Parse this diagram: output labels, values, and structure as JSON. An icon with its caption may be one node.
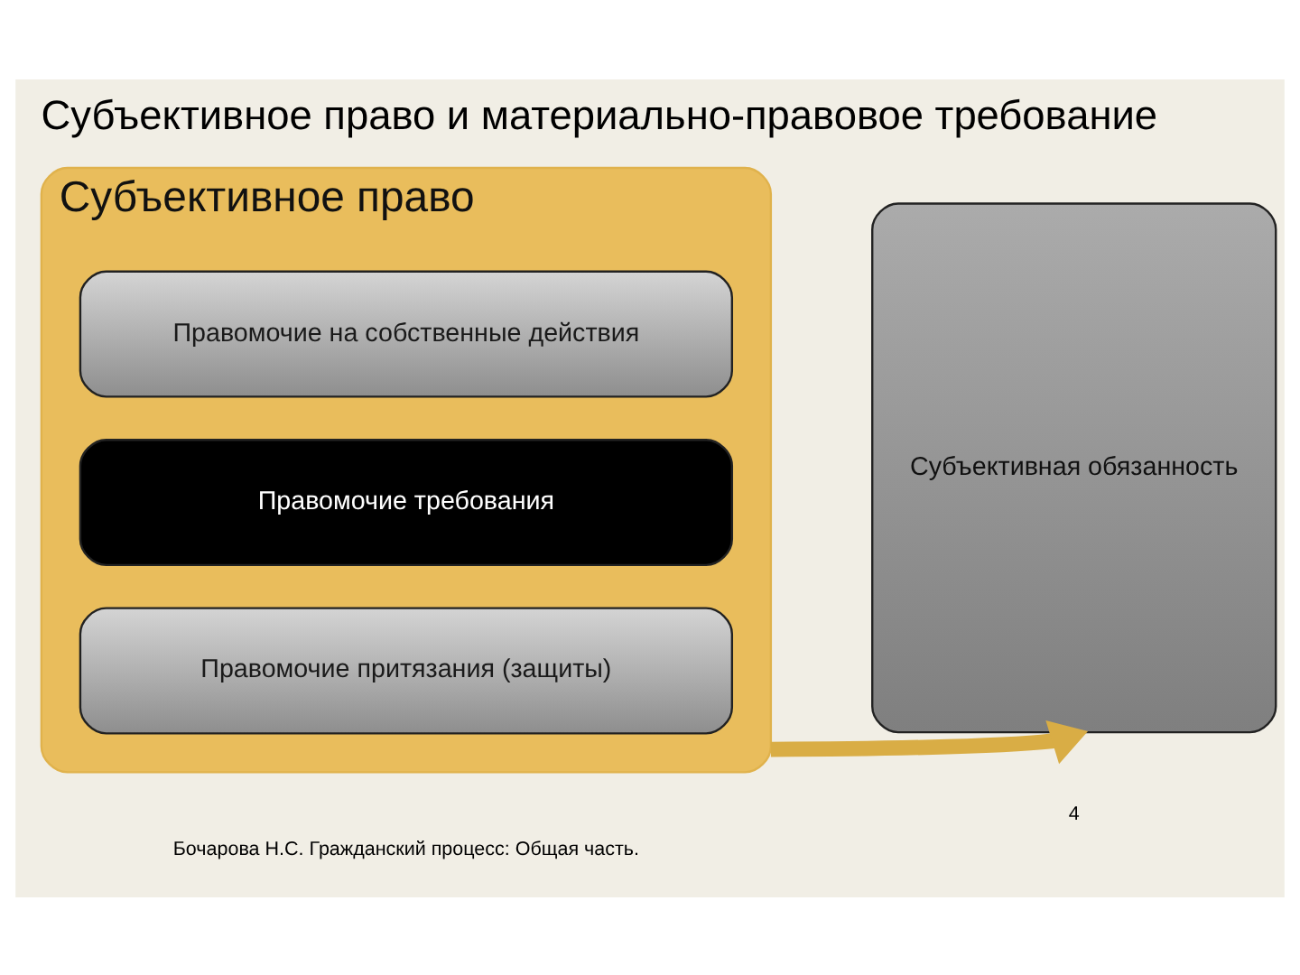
{
  "diagram": {
    "title": "Субъективное право и материально-правовое требование",
    "nodes": [
      {
        "text": [
          "Субъективное право"
        ]
      },
      {
        "text": [
          "Правомочие на собственные действия"
        ],
        "in": 0
      },
      {
        "text": [
          "Правомочие требования"
        ],
        "in": 0
      },
      {
        "text": [
          "Правомочие притязания (защиты)"
        ],
        "in": 0
      },
      {
        "text": [
          "Субъективная обязанность"
        ]
      }
    ],
    "edges": [
      {
        "from": 0,
        "to": 4,
        "arrow": "to"
      }
    ],
    "labels": [
      "Бочарова Н.С. Гражданский процесс: Общая часть.",
      "4"
    ]
  }
}
